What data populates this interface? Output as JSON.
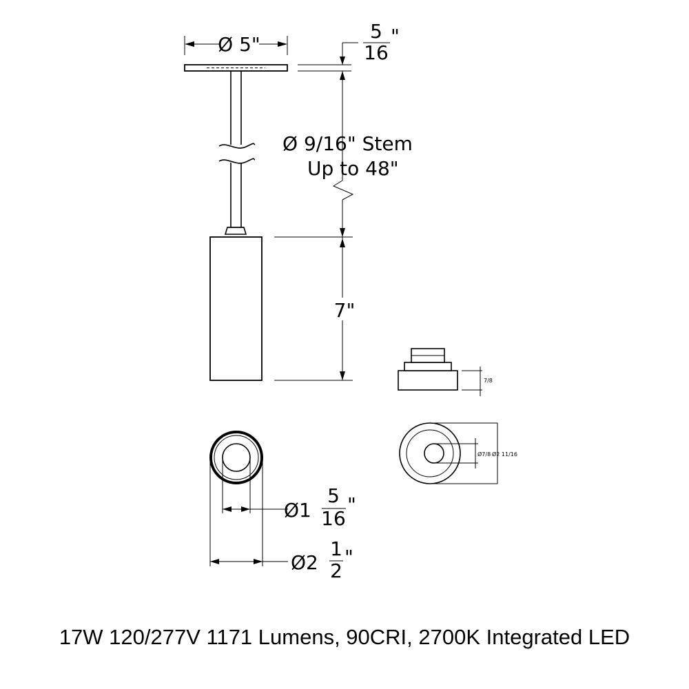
{
  "dimensions": {
    "canopy_diameter": "Ø 5\"",
    "canopy_thickness_num": "5",
    "canopy_thickness_den": "16",
    "canopy_thickness_unit": "\"",
    "stem_diameter": "Ø 9/16\" Stem",
    "stem_length": "Up to 48\"",
    "body_height": "7\"",
    "aperture_whole": "Ø1",
    "aperture_num": "5",
    "aperture_den": "16",
    "aperture_unit": "\"",
    "body_whole": "Ø2",
    "body_num": "1",
    "body_den": "2",
    "body_unit": "\"",
    "trim_height": "7/8",
    "trim_inner_diameter": "Ø7/8",
    "trim_outer_diameter": "Ø2 11/16"
  },
  "caption": "17W 120/277V 1171 Lumens, 90CRI, 2700K Integrated LED"
}
